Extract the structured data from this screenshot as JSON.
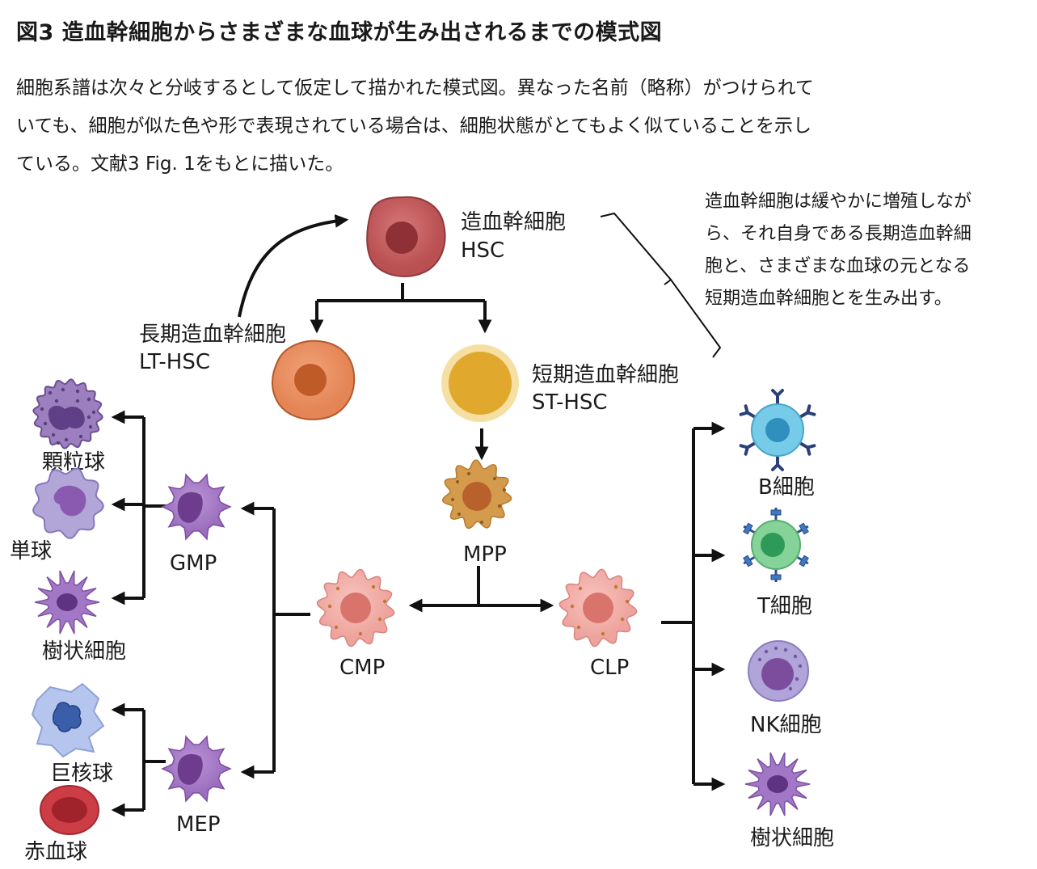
{
  "title": "図3 造血幹細胞からさまざまな血球が生み出されるまでの模式図",
  "caption": [
    "細胞系譜は次々と分岐するとして仮定して描かれた模式図。異なった名前（略称）がつけられて",
    "いても、細胞が似た色や形で表現されている場合は、細胞状態がとてもよく似ていることを示し",
    "ている。文献3 Fig. 1をもとに描いた。"
  ],
  "note": [
    "造血幹細胞は緩やかに増殖しなが",
    "ら、それ自身である長期造血幹細",
    "胞と、さまざまな血球の元となる",
    "短期造血幹細胞とを生み出す。"
  ],
  "cells": {
    "hsc": {
      "name": "造血幹細胞",
      "abbr": "HSC"
    },
    "lt_hsc": {
      "name": "長期造血幹細胞",
      "abbr": "LT-HSC"
    },
    "st_hsc": {
      "name": "短期造血幹細胞",
      "abbr": "ST-HSC"
    },
    "mpp": "MPP",
    "cmp": "CMP",
    "clp": "CLP",
    "gmp": "GMP",
    "mep": "MEP",
    "granulocyte": "顆粒球",
    "monocyte": "単球",
    "dendritic_myeloid": "樹状細胞",
    "megakaryocyte": "巨核球",
    "erythrocyte": "赤血球",
    "b_cell": "B細胞",
    "t_cell": "T細胞",
    "nk_cell": "NK細胞",
    "dendritic_lymphoid": "樹状細胞"
  },
  "colors": {
    "hsc": "#c0585a",
    "lt_hsc": "#e58a5a",
    "st_hsc": "#e2ab2f",
    "mpp": "#d69a4a",
    "progenitor": "#efa8a2",
    "myeloid": "#a276c2",
    "b_cell": "#67c1e0",
    "t_cell": "#7dcd8f",
    "nk_cell": "#a69ad0",
    "megakaryocyte": "#b4c4ec",
    "erythrocyte": "#cc3d45"
  }
}
